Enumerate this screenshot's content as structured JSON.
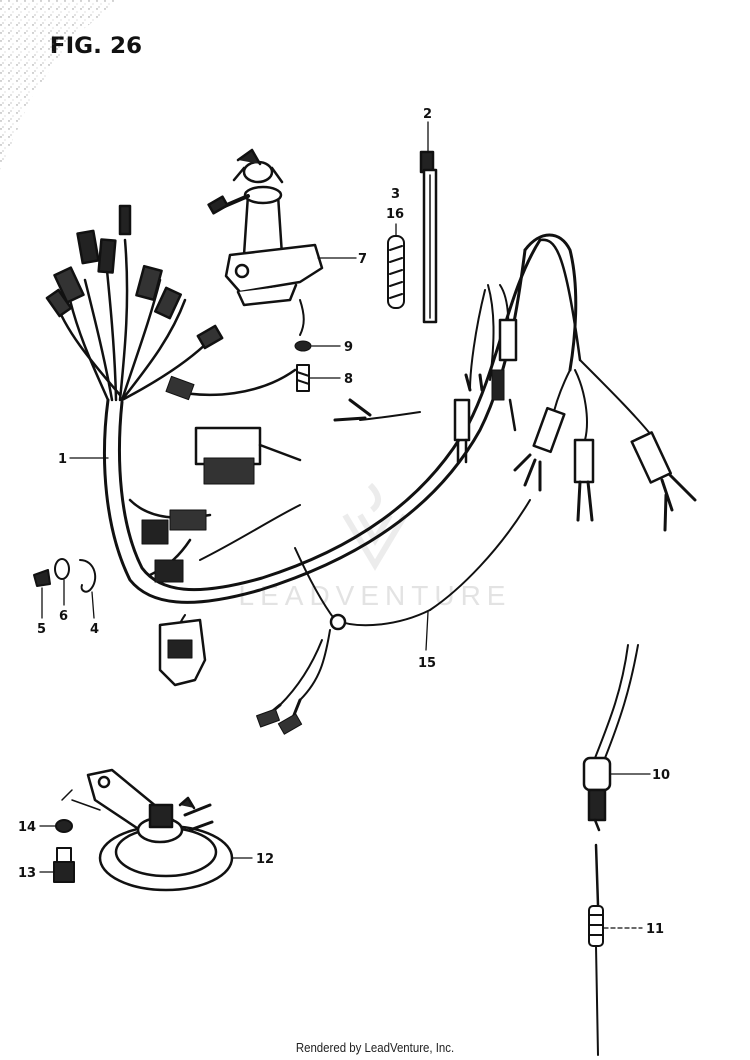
{
  "figure": {
    "title": "FIG. 26"
  },
  "watermark": "LEADVENTURE",
  "footer": "Rendered by LeadVenture, Inc.",
  "callouts": [
    "1",
    "2",
    "3",
    "16",
    "4",
    "5",
    "6",
    "7",
    "8",
    "9",
    "10",
    "11",
    "12",
    "13",
    "14",
    "15"
  ],
  "colors": {
    "ink": "#111111",
    "watermark": "#e3e3e3",
    "background": "#ffffff"
  }
}
